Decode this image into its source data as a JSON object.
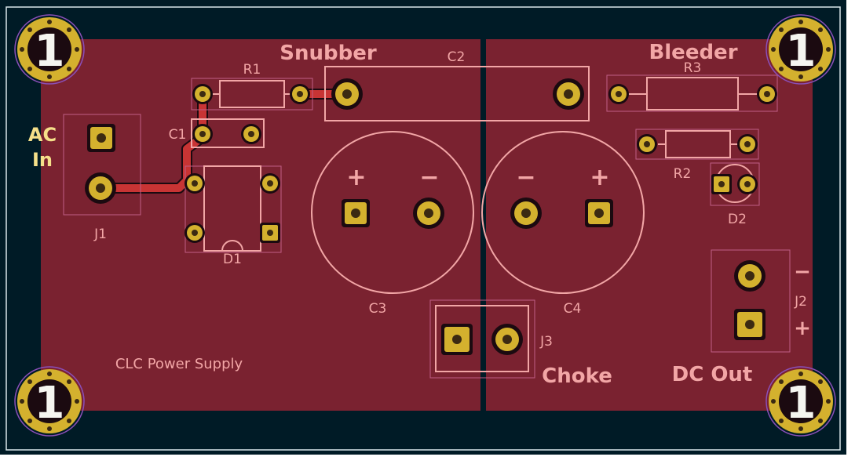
{
  "board": {
    "title": "CLC Power Supply",
    "colors": {
      "background": "#001b26",
      "copper": "#7a2230",
      "track": "#c83434",
      "pad": "#d4b12e",
      "silkscreen": "#f2a6a6",
      "outline": "#e2d85c"
    }
  },
  "labels": {
    "snubber": "Snubber",
    "bleeder": "Bleeder",
    "ac": "AC",
    "in": "In",
    "choke": "Choke",
    "dc_out": "DC Out",
    "title": "CLC Power Supply"
  },
  "refs": {
    "r1": "R1",
    "r2": "R2",
    "r3": "R3",
    "c1": "C1",
    "c2": "C2",
    "c3": "C3",
    "c4": "C4",
    "d1": "D1",
    "d2": "D2",
    "j1": "J1",
    "j2": "J2",
    "j3": "J3"
  },
  "polarity": {
    "c3_plus": "+",
    "c3_minus": "−",
    "c4_minus": "−",
    "c4_plus": "+",
    "j2_minus": "−",
    "j2_plus": "+"
  },
  "mounting_holes": {
    "tl": "1",
    "tr": "1",
    "bl": "1",
    "br": "1"
  }
}
